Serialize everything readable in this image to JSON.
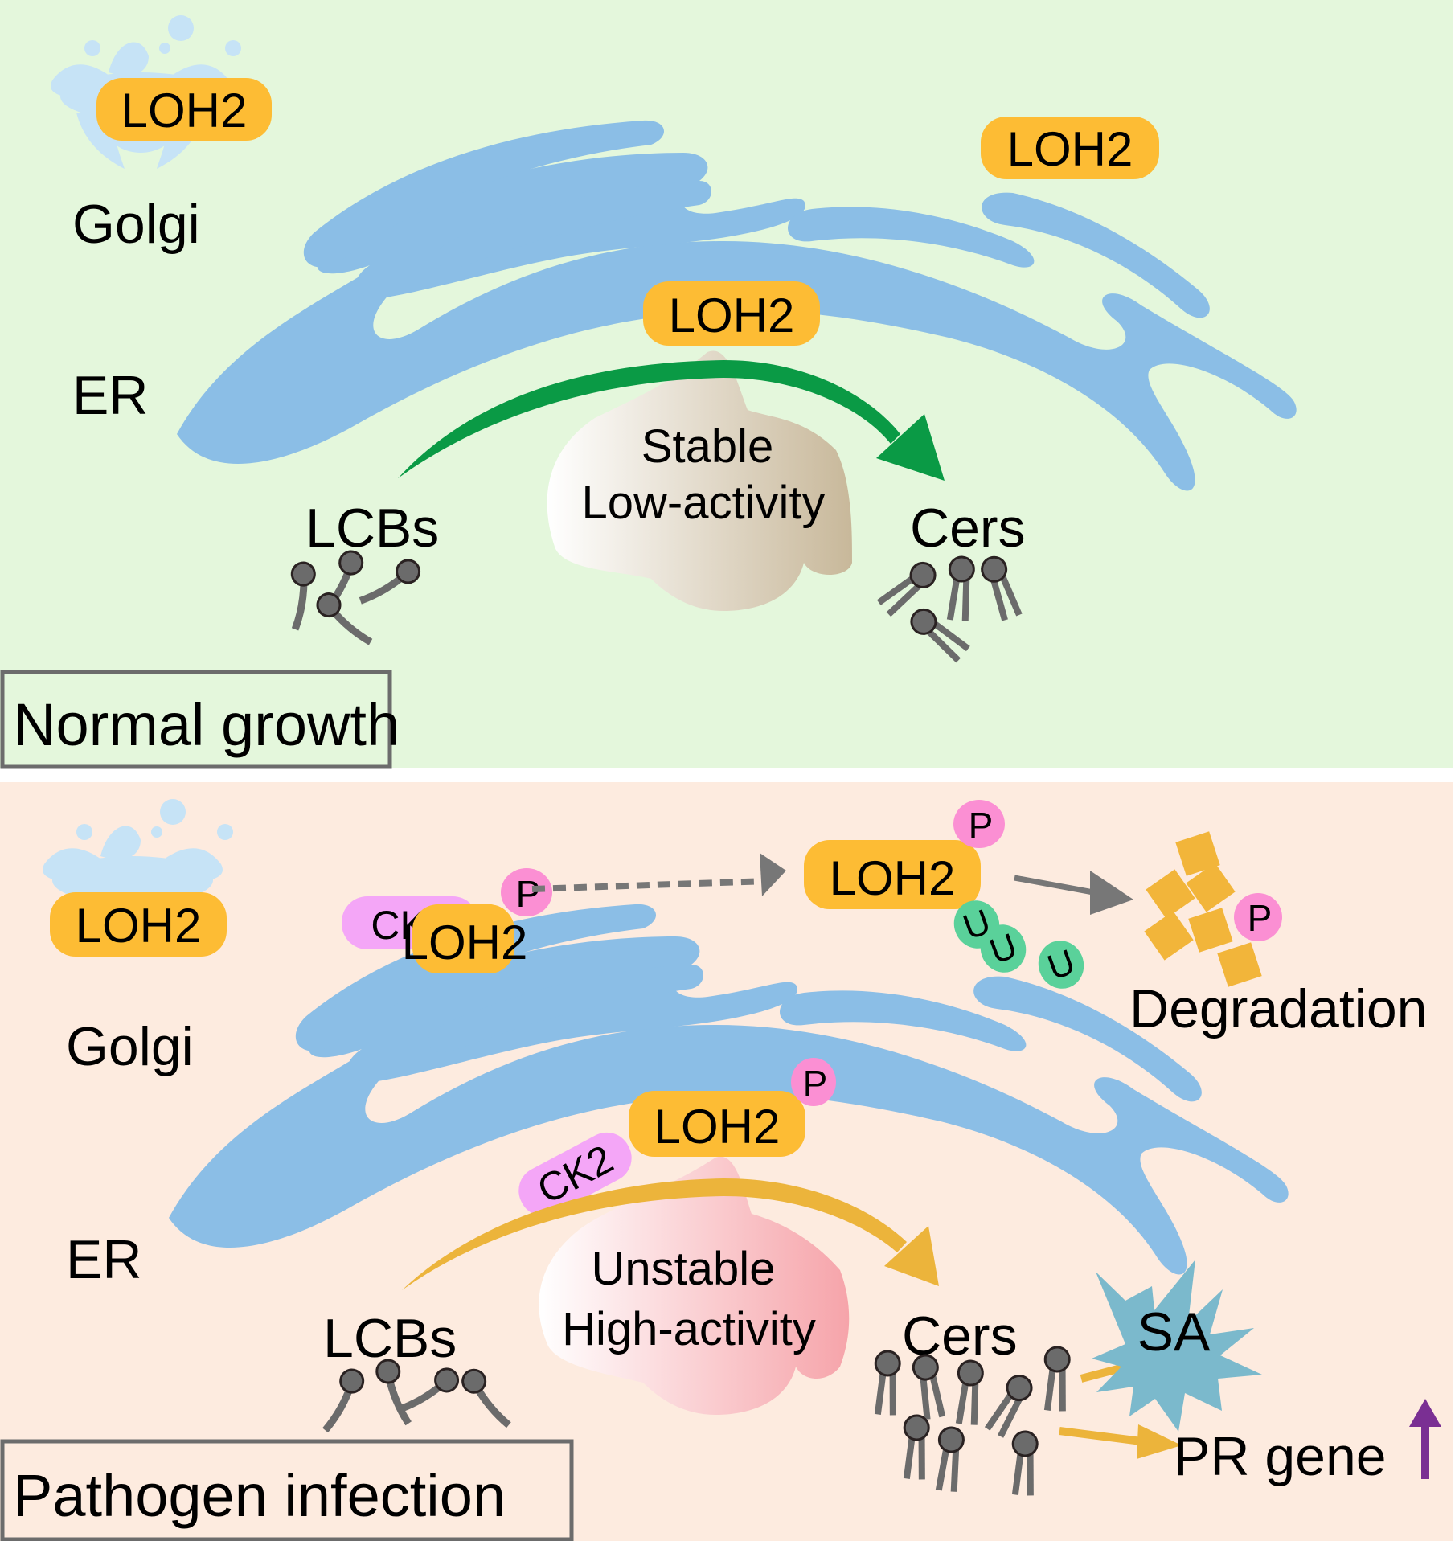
{
  "colors": {
    "normal_bg": "#e4f7dc",
    "infection_bg": "#fdebdf",
    "er": "#8bbee6",
    "golgi": "#c6e3f6",
    "loh2": "#fdbc34",
    "ck2": "#f4a6f7",
    "phospho": "#fb8fd3",
    "ubiquitin": "#5ad19a",
    "green_arrow": "#0a9a45",
    "orange_arrow": "#ecb43b",
    "gray_arrow": "#777777",
    "sa_star": "#7bb9cc",
    "up_arrow": "#7a2f93",
    "lipid_head": "#6b6b6b",
    "fragment": "#f2b53a"
  },
  "normal": {
    "condition_label": "Normal growth",
    "golgi_label": "Golgi",
    "er_label": "ER",
    "loh2_golgi": "LOH2",
    "loh2_er_top": "LOH2",
    "loh2_er_mid": "LOH2",
    "blob_line1": "Stable",
    "blob_line2": "Low-activity",
    "substrate": "LCBs",
    "product": "Cers"
  },
  "infection": {
    "condition_label": "Pathogen infection",
    "golgi_label": "Golgi",
    "er_label": "ER",
    "loh2_golgi": "LOH2",
    "ck2_top": "CK2",
    "loh2_top": "LOH2",
    "p_top": "P",
    "loh2_ub": "LOH2",
    "p_ub": "P",
    "ubiquitin": [
      "U",
      "U",
      "U"
    ],
    "p_degraded": "P",
    "degradation_label": "Degradation",
    "ck2_mid": "CK2",
    "loh2_mid": "LOH2",
    "p_mid": "P",
    "blob_line1": "Unstable",
    "blob_line2": "High-activity",
    "substrate": "LCBs",
    "product": "Cers",
    "sa_label": "SA",
    "pr_label": "PR gene"
  }
}
